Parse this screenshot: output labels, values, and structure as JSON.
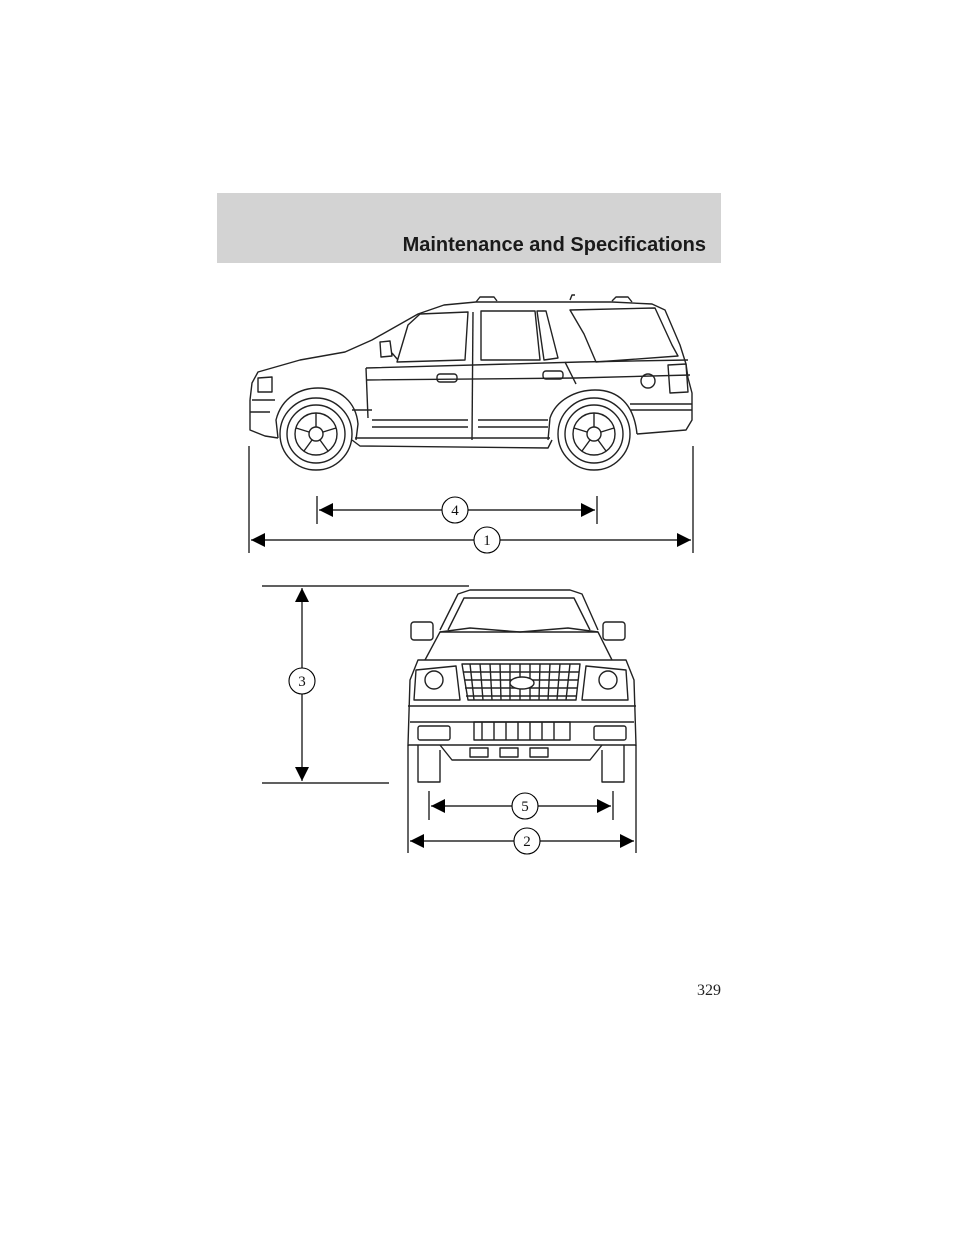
{
  "header": {
    "title": "Maintenance and Specifications"
  },
  "figure": {
    "side_view": {
      "callouts": [
        {
          "id": "overall-length",
          "label": "1"
        },
        {
          "id": "wheelbase",
          "label": "4"
        }
      ]
    },
    "front_view": {
      "callouts": [
        {
          "id": "overall-height",
          "label": "3"
        },
        {
          "id": "track",
          "label": "5"
        },
        {
          "id": "overall-width",
          "label": "2"
        }
      ]
    }
  },
  "page": {
    "number": "329"
  }
}
